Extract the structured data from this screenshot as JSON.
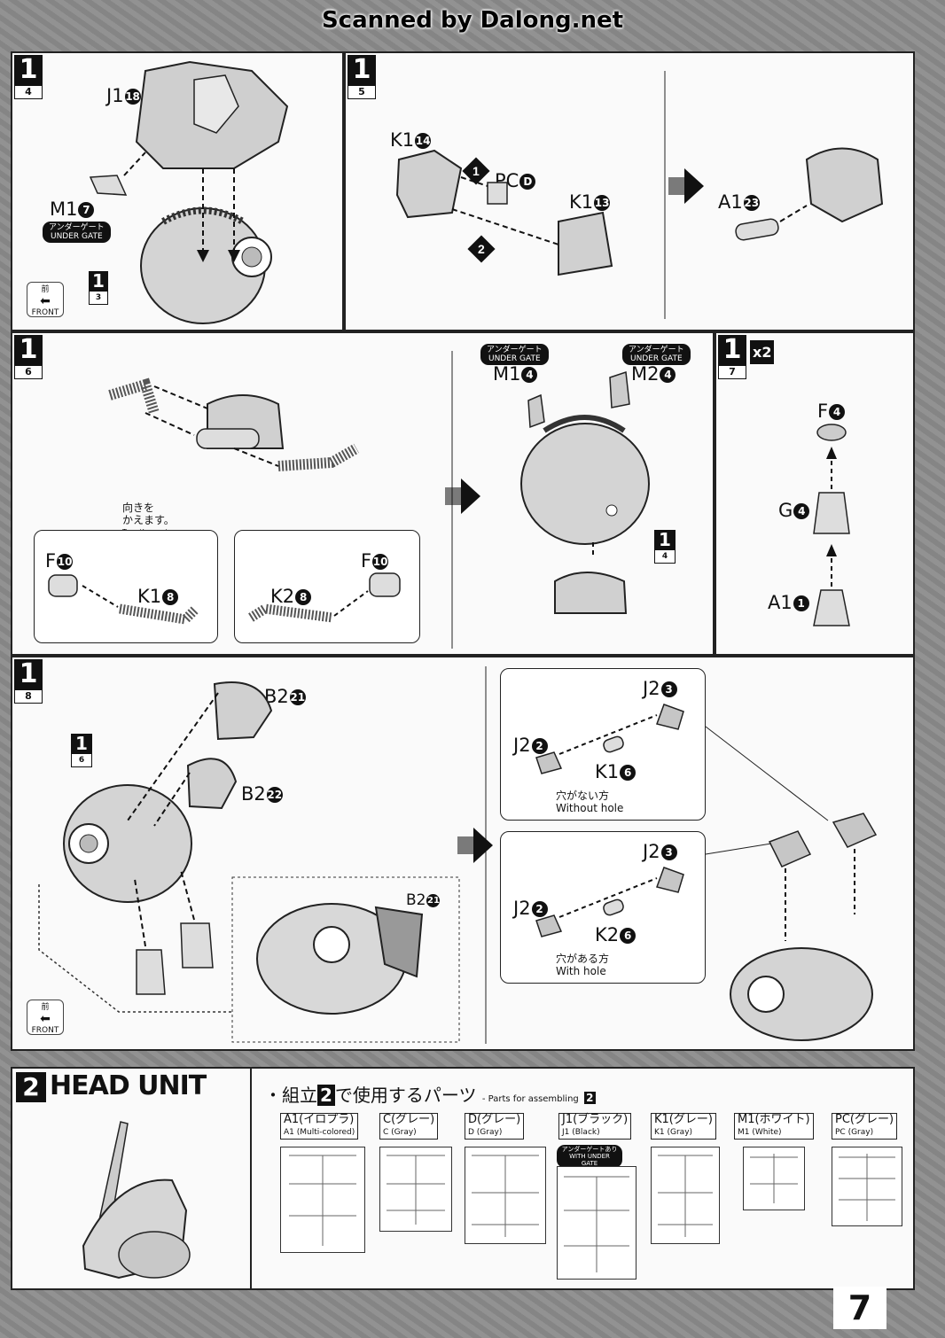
{
  "header": {
    "scan_credit": "Scanned by Dalong.net"
  },
  "panels": {
    "p4": {
      "step": "1",
      "sub": "4",
      "labels": {
        "j1": "J1",
        "j1_n": "18",
        "m1": "M1",
        "m1_n": "7"
      },
      "gate": {
        "jp": "アンダーゲート",
        "en": "UNDER GATE"
      },
      "ref_step": "1",
      "ref_sub": "3",
      "front": {
        "jp": "前",
        "en": "FRONT"
      }
    },
    "p5": {
      "step": "1",
      "sub": "5",
      "labels": {
        "k1a": "K1",
        "k1a_n": "14",
        "pc": "PC",
        "pc_n": "D",
        "k1b": "K1",
        "k1b_n": "13",
        "a1": "A1",
        "a1_n": "23"
      },
      "order": [
        "1",
        "2"
      ]
    },
    "p6": {
      "step": "1",
      "sub": "6",
      "turn_jp": "向きを\nかえます。",
      "turn_en": "Turn the part.",
      "inset_left": {
        "f": "F",
        "f_n": "10",
        "k": "K1",
        "k_n": "8"
      },
      "inset_right": {
        "f": "F",
        "f_n": "10",
        "k": "K2",
        "k_n": "8"
      },
      "m1": "M1",
      "m1_n": "4",
      "m2": "M2",
      "m2_n": "4",
      "gate": {
        "jp": "アンダーゲート",
        "en": "UNDER GATE"
      },
      "ref_step": "1",
      "ref_sub": "4"
    },
    "p7": {
      "step": "1",
      "mult": "x2",
      "sub": "7",
      "labels": {
        "f": "F",
        "f_n": "4",
        "g": "G",
        "g_n": "4",
        "a": "A1",
        "a_n": "1"
      }
    },
    "p8": {
      "step": "1",
      "sub": "8",
      "ref_step": "1",
      "ref_sub": "6",
      "labels": {
        "b2a": "B2",
        "b2a_n": "21",
        "b2b": "B2",
        "b2b_n": "22",
        "b2c": "B2",
        "b2c_n": "21"
      },
      "top_inset": {
        "j2a": "J2",
        "j2a_n": "3",
        "j2b": "J2",
        "j2b_n": "2",
        "k": "K1",
        "k_n": "6",
        "jp": "穴がない方",
        "en": "Without hole"
      },
      "bottom_inset": {
        "j2a": "J2",
        "j2a_n": "3",
        "j2b": "J2",
        "j2b_n": "2",
        "k": "K2",
        "k_n": "6",
        "jp": "穴がある方",
        "en": "With hole"
      },
      "front": {
        "jp": "前",
        "en": "FRONT"
      }
    }
  },
  "head_unit": {
    "step": "2",
    "title": "HEAD UNIT",
    "parts_heading_jp_pre": "・組立",
    "parts_heading_num": "2",
    "parts_heading_jp_post": "で使用するパーツ",
    "parts_heading_en": "- Parts for assembling",
    "parts_heading_en_num": "2",
    "runners": [
      {
        "jp": "A1(イロプラ)",
        "en": "A1 (Multi-colored)"
      },
      {
        "jp": "C(グレー)",
        "en": "C (Gray)"
      },
      {
        "jp": "D(グレー)",
        "en": "D (Gray)"
      },
      {
        "jp": "J1(ブラック)",
        "en": "J1 (Black)",
        "gate": "アンダーゲートあり WITH UNDER GATE"
      },
      {
        "jp": "K1(グレー)",
        "en": "K1 (Gray)"
      },
      {
        "jp": "M1(ホワイト)",
        "en": "M1 (White)"
      },
      {
        "jp": "PC(グレー)",
        "en": "PC (Gray)"
      }
    ]
  },
  "page_number": "7"
}
